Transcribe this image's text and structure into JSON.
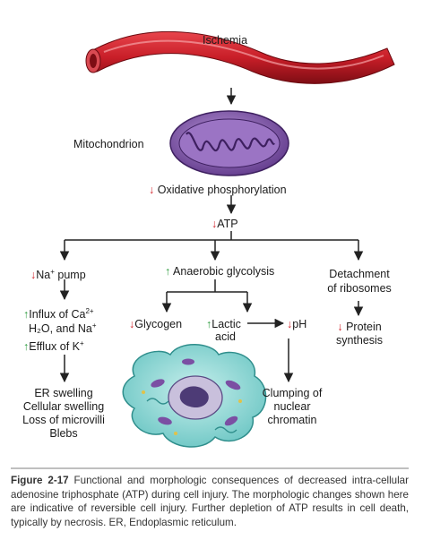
{
  "diagram": {
    "ischemia": "Ischemia",
    "mitochondrion": "Mitochondrion",
    "oxphos": "Oxidative phosphorylation",
    "atp": "ATP",
    "na_pump": "pump",
    "na_label": "Na",
    "plus_sup": "+",
    "influx_line1": "Influx of Ca",
    "ca_sup": "2+",
    "influx_line2": "H₂O, and Na",
    "efflux": "Efflux of K",
    "er_swelling": "ER swelling",
    "cellular_swelling": "Cellular swelling",
    "loss_microvilli": "Loss of microvilli",
    "blebs": "Blebs",
    "anaerobic": "Anaerobic glycolysis",
    "glycogen": "Glycogen",
    "lactic_line1": "Lactic",
    "lactic_line2": "acid",
    "ph": "pH",
    "clumping_line1": "Clumping of",
    "clumping_line2": "nuclear",
    "clumping_line3": "chromatin",
    "detachment_line1": "Detachment",
    "detachment_line2": "of ribosomes",
    "protein_line1": "Protein",
    "protein_line2": "synthesis"
  },
  "caption": {
    "figure": "Figure 2-17",
    "text": " Functional and morphologic consequences of decreased intra-cellular adenosine triphosphate (ATP) during cell injury. The morphologic changes shown here are indicative of reversible cell injury. Further depletion of ATP results in cell death, typically by necrosis. ER, Endoplasmic reticulum."
  },
  "colors": {
    "artery_red": "#c81e28",
    "mito_purple": "#7b4fa3",
    "cell_teal": "#7fd1cf",
    "up_arrow": "#2a9a3c",
    "down_arrow": "#d2232a"
  }
}
